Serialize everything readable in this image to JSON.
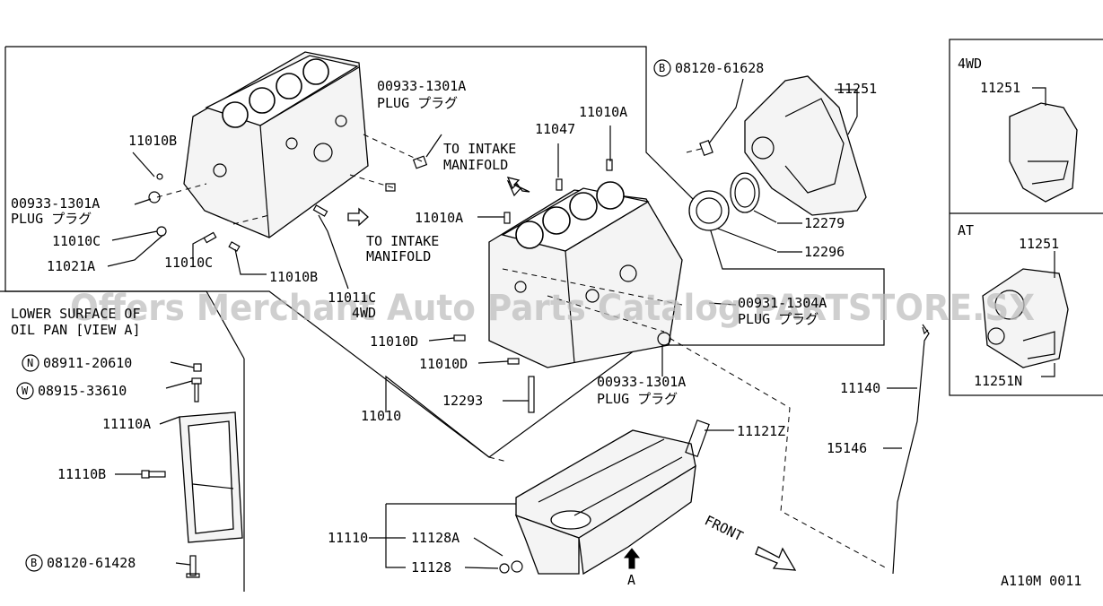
{
  "watermark": "Offers Merchant Auto Parts Catalog PARTSTORE.SX",
  "diagram_code": "A110M 0011",
  "view_labels": {
    "wd4": "4WD",
    "at": "AT",
    "lower_surface_1": "LOWER SURFACE OF",
    "lower_surface_2": "OIL PAN [VIEW A]",
    "front": "FRONT",
    "arrow_a": "A",
    "to_intake_1a": "TO INTAKE",
    "to_intake_1b": "MANIFOLD",
    "to_intake_2a": "TO INTAKE",
    "to_intake_2b": "MANIFOLD"
  },
  "callouts": {
    "b_08120_61628": "08120-61628",
    "p11251_main": "11251",
    "p11251_4wd": "11251",
    "p11251_at": "11251",
    "p11251n": "11251N",
    "p12279": "12279",
    "p12296": "12296",
    "p11010a_top": "11010A",
    "p11047": "11047",
    "p11010a_mid": "11010A",
    "plug_top_num": "00933-1301A",
    "plug_top_txt": "PLUG プラグ",
    "p11010b_left": "11010B",
    "plug_left_num": "00933-1301A",
    "plug_left_txt": "PLUG プラグ",
    "p11010c_a": "11010C",
    "p11021a": "11021A",
    "p11010c_b": "11010C",
    "p11010b_b": "11010B",
    "p11011c": "11011C",
    "p11011c_note": "4WD",
    "plug_right_num": "00931-1304A",
    "plug_right_txt": "PLUG プラグ",
    "p11010d_a": "11010D",
    "p11010d_b": "11010D",
    "p12293": "12293",
    "plug_bot_num": "00933-1301A",
    "plug_bot_txt": "PLUG プラグ",
    "p11010": "11010",
    "p11121z": "11121Z",
    "p11140": "11140",
    "p15146": "15146",
    "n_08911_20610": "08911-20610",
    "w_08915_33610": "08915-33610",
    "p11110a": "11110A",
    "p11110b": "11110B",
    "b_08120_61428": "08120-61428",
    "p11110": "11110",
    "p11128a": "11128A",
    "p11128": "11128"
  },
  "circle_markers": {
    "b": "B",
    "n": "N",
    "w": "W"
  }
}
